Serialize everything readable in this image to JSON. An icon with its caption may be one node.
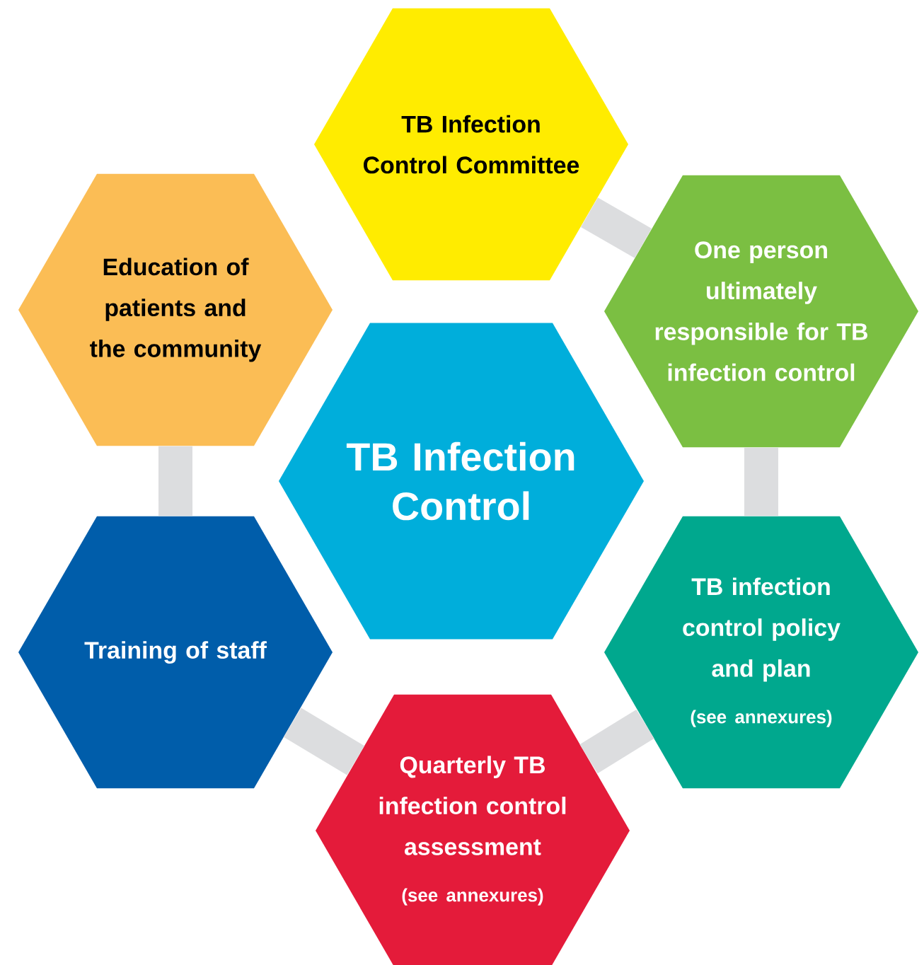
{
  "diagram": {
    "nodes": [
      {
        "text": [
          "TB Infection Control Committee"
        ]
      },
      {
        "text": [
          "Education of patients and the community"
        ]
      },
      {
        "text": [
          "One person ultimately responsible for TB infection control"
        ]
      },
      {
        "text": [
          "TB Infection Control"
        ]
      },
      {
        "text": [
          "Training of staff"
        ]
      },
      {
        "text": [
          "TB infection control policy and plan",
          "(see annexures)"
        ]
      },
      {
        "text": [
          "Quarterly TB infection control assessment",
          "(see annexures)"
        ]
      }
    ],
    "edges": [
      {
        "from": 0,
        "to": 2,
        "arrow": "none"
      },
      {
        "from": 2,
        "to": 5,
        "arrow": "none"
      },
      {
        "from": 5,
        "to": 6,
        "arrow": "none"
      },
      {
        "from": 6,
        "to": 4,
        "arrow": "none"
      },
      {
        "from": 4,
        "to": 1,
        "arrow": "none"
      }
    ]
  }
}
